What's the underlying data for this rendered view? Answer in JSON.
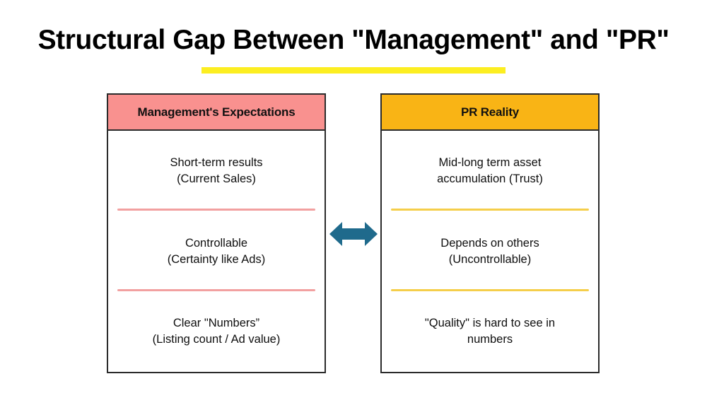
{
  "slide": {
    "title": "Structural Gap Between \"Management\" and \"PR\"",
    "underline_color": "#FCEE21",
    "background_color": "#FFFFFF"
  },
  "arrow": {
    "icon": "double-headed-horizontal-arrow-icon",
    "color": "#1F6A8C",
    "meaning": "contrast between the two columns"
  },
  "panels": [
    {
      "id": "management",
      "header": "Management's Expectations",
      "header_color": "#F9918F",
      "divider_color": "#F2A0A0",
      "border_color": "#2B2B2B",
      "rows": [
        {
          "line1": "Short-term results",
          "line2": "(Current Sales)"
        },
        {
          "line1": "Controllable",
          "line2": "(Certainty like Ads)"
        },
        {
          "line1": "Clear \"Numbers”",
          "line2": "(Listing count / Ad value)"
        }
      ]
    },
    {
      "id": "pr",
      "header": "PR Reality",
      "header_color": "#F9B415",
      "divider_color": "#F5CE4A",
      "border_color": "#2B2B2B",
      "rows": [
        {
          "line1": "Mid-long term asset",
          "line2": "accumulation (Trust)"
        },
        {
          "line1": "Depends on others",
          "line2": "(Uncontrollable)"
        },
        {
          "line1": "\"Quality\" is hard to see in",
          "line2": "numbers"
        }
      ]
    }
  ]
}
